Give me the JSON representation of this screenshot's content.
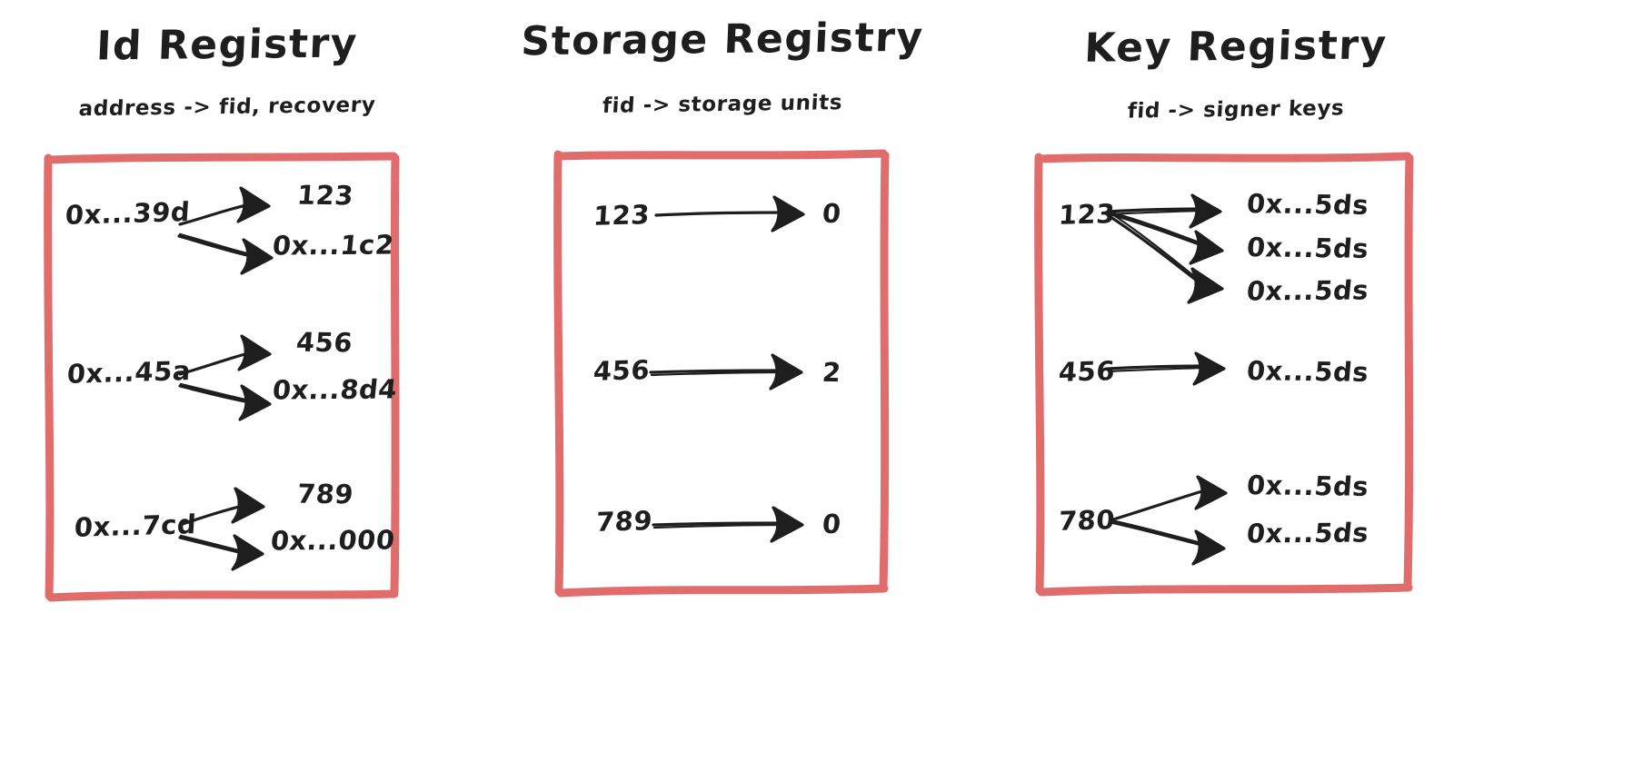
{
  "diagram": {
    "background_color": "#ffffff",
    "box_stroke_color": "#e06c6c",
    "ink_color": "#1e1e1e",
    "panels": [
      {
        "id": "id-registry",
        "title": "Id Registry",
        "subtitle": "address -> fid, recovery",
        "mappings": [
          {
            "source": "0x...39d",
            "targets": [
              "123",
              "0x...1c2"
            ]
          },
          {
            "source": "0x...45a",
            "targets": [
              "456",
              "0x...8d4"
            ]
          },
          {
            "source": "0x...7cd",
            "targets": [
              "789",
              "0x...000"
            ]
          }
        ]
      },
      {
        "id": "storage-registry",
        "title": "Storage Registry",
        "subtitle": "fid -> storage units",
        "mappings": [
          {
            "source": "123",
            "targets": [
              "0"
            ]
          },
          {
            "source": "456",
            "targets": [
              "2"
            ]
          },
          {
            "source": "789",
            "targets": [
              "0"
            ]
          }
        ]
      },
      {
        "id": "key-registry",
        "title": "Key Registry",
        "subtitle": "fid -> signer keys",
        "mappings": [
          {
            "source": "123",
            "targets": [
              "0x...5ds",
              "0x...5ds",
              "0x...5ds"
            ]
          },
          {
            "source": "456",
            "targets": [
              "0x...5ds"
            ]
          },
          {
            "source": "780",
            "targets": [
              "0x...5ds",
              "0x...5ds"
            ]
          }
        ]
      }
    ]
  }
}
